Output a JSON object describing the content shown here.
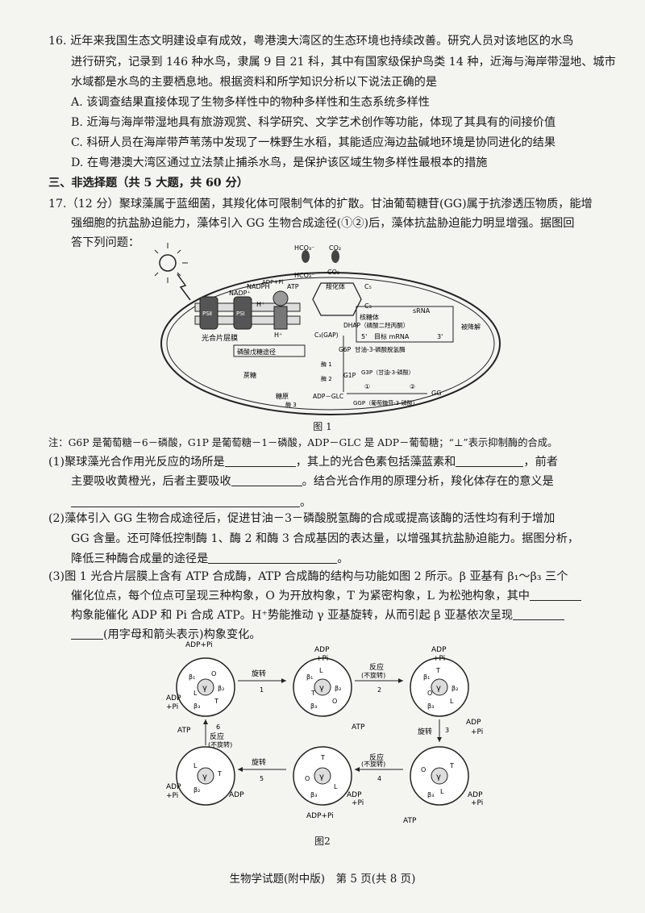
{
  "q16": {
    "stem1": "16. 近年来我国生态文明建设卓有成效，粤港澳大湾区的生态环境也持续改善。研究人员对该地区的水鸟",
    "stem2": "进行研究，记录到 146 种水鸟，隶属 9 目 21 科，其中有国家级保护鸟类 14 种，近海与海岸带湿地、城市",
    "stem3": "水域都是水鸟的主要栖息地。根据资料和所学知识分析以下说法正确的是",
    "optA": "A. 该调查结果直接体现了生物多样性中的物种多样性和生态系统多样性",
    "optB": "B. 近海与海岸带湿地具有旅游观赏、科学研究、文学艺术创作等功能，体现了其具有的间接价值",
    "optC": "C. 科研人员在海岸带芦苇荡中发现了一株野生水稻，其能适应海边盐碱地环境是协同进化的结果",
    "optD": "D. 在粤港澳大湾区通过立法禁止捕杀水鸟，是保护该区域生物多样性最根本的措施"
  },
  "section3": "三、非选择题（共 5 大题，共 60 分）",
  "q17": {
    "stem1": "17.（12 分）聚球藻属于蓝细菌，其羧化体可限制气体的扩散。甘油葡萄糖苷(GG)属于抗渗透压物质，能增",
    "stem2": "强细胞的抗盐胁迫能力，藻体引入 GG 生物合成途径(①②)后，藻体抗盐胁迫能力明显增强。据图回",
    "stem3": "答下列问题："
  },
  "fig1": {
    "caption": "图 1",
    "labels": {
      "hco3_a": "HCO₃⁻",
      "co2_a": "CO₂",
      "hco3_b": "HCO₃⁻",
      "co2_b": "CO₂",
      "carboxysome": "羧化体",
      "c5": "C₅",
      "c3": "C₃",
      "ribosome": "核糖体",
      "srna": "sRNA",
      "target_mrna": "目标 mRNA",
      "five": "5'",
      "three": "3'",
      "degrade": "被降解",
      "nadp": "NADP⁺",
      "nadph": "NADPH",
      "adp_pi": "ADP+Pi",
      "atp": "ATP",
      "ps1": "PSⅠ",
      "ps2": "PSⅡ",
      "h": "H⁺",
      "membrane": "光合片层膜",
      "dhap": "DHAP（磷酸二羟丙酮）",
      "c3gap": "C₃(GAP)",
      "g6p": "G6P",
      "g1p": "G1P",
      "g3p": "G3P（甘油-3-磷酸）",
      "enzyme_g3p": "甘油-3-磷酸脱氢酶",
      "ppp": "磷酸戊糖途径",
      "sucrose": "蔗糖",
      "enzyme1": "酶 1",
      "enzyme2": "酶 2",
      "enzyme3": "酶 3",
      "glycogen": "糖原",
      "adp_glc": "ADP－GLC",
      "ggp": "GGP（葡萄糖苷-3-磷酸）",
      "gg": "GG",
      "step1": "①",
      "step2": "②"
    }
  },
  "note": "注：G6P 是葡萄糖－6－磷酸，G1P 是葡萄糖－1－磷酸，ADP－GLC 是 ADP－葡萄糖；“⊥”表示抑制酶的合成。",
  "sub1": {
    "a": "(1)聚球藻光合作用光反应的场所是",
    "b": "，其上的光合色素包括藻蓝素和",
    "c": "，前者",
    "d": "主要吸收黄橙光，后者主要吸收",
    "e": "。结合光合作用的原理分析，羧化体存在的意义是",
    "f": "。"
  },
  "sub2": {
    "a": "(2)藻体引入 GG 生物合成途径后，促进甘油－3－磷酸脱氢酶的合成或提高该酶的活性均有利于增加",
    "b": "GG 含量。还可降低控制酶 1、酶 2 和酶 3 合成基因的表达量，以增强其抗盐胁迫能力。据图分析，",
    "c": "降低三种酶合成量的途径是",
    "d": "。"
  },
  "sub3": {
    "a": "(3)图 1 光合片层膜上含有 ATP 合成酶，ATP 合成酶的结构与功能如图 2 所示。β 亚基有 β₁～β₃ 三个",
    "b": "催化位点，每个位点可呈现三种构象，O 为开放构象，T 为紧密构象，L 为松弛构象，其中",
    "c": "构象能催化 ADP 和 Pi 合成 ATP。H⁺势能推动 γ 亚基旋转，从而引起 β 亚基依次呈现",
    "d": "(用字母和箭头表示)构象变化。"
  },
  "fig2": {
    "caption": "图2",
    "adp_pi": "ADP+Pi",
    "adp": "ADP",
    "pi": "+Pi",
    "atp": "ATP",
    "rotate": "旋转",
    "react": "反应",
    "norotate": "(不旋转)",
    "n1": "1",
    "n2": "2",
    "n3": "3",
    "n4": "4",
    "n5": "5",
    "n6": "6",
    "b1": "β₁",
    "b2": "β₂",
    "b3": "β₃",
    "O": "O",
    "T": "T",
    "L": "L",
    "gamma": "γ"
  },
  "footer": "生物学试题(附中版)　第 5 页(共 8 页)"
}
